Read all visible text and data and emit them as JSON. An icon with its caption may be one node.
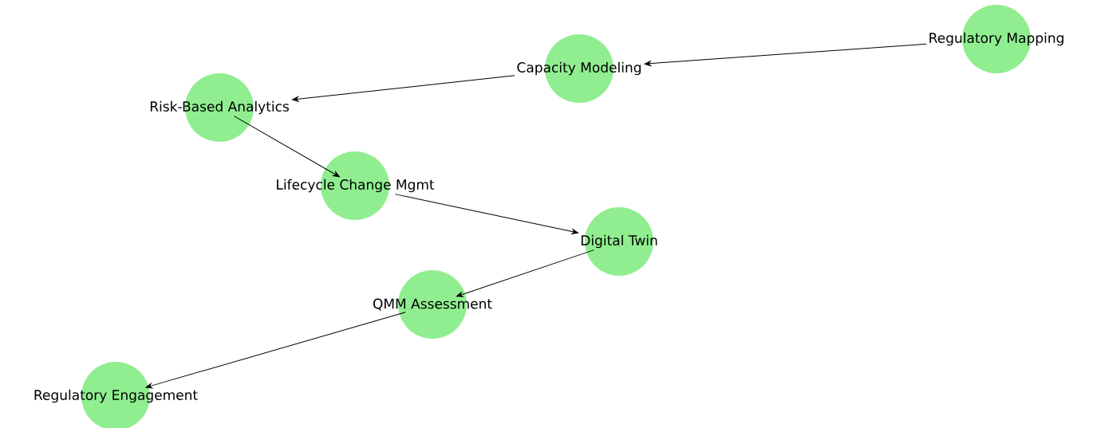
{
  "diagram": {
    "nodes": [
      {
        "text": [
          "Regulatory Mapping"
        ]
      },
      {
        "text": [
          "Capacity Modeling"
        ]
      },
      {
        "text": [
          "Risk-Based Analytics"
        ]
      },
      {
        "text": [
          "Lifecycle Change Mgmt"
        ]
      },
      {
        "text": [
          "Digital Twin"
        ]
      },
      {
        "text": [
          "QMM Assessment"
        ]
      },
      {
        "text": [
          "Regulatory Engagement"
        ]
      }
    ],
    "edges": [
      {
        "from": 0,
        "to": 1,
        "arrow": "to"
      },
      {
        "from": 1,
        "to": 2,
        "arrow": "to"
      },
      {
        "from": 2,
        "to": 3,
        "arrow": "to"
      },
      {
        "from": 3,
        "to": 4,
        "arrow": "to"
      },
      {
        "from": 4,
        "to": 5,
        "arrow": "to"
      },
      {
        "from": 5,
        "to": 6,
        "arrow": "to"
      }
    ]
  }
}
